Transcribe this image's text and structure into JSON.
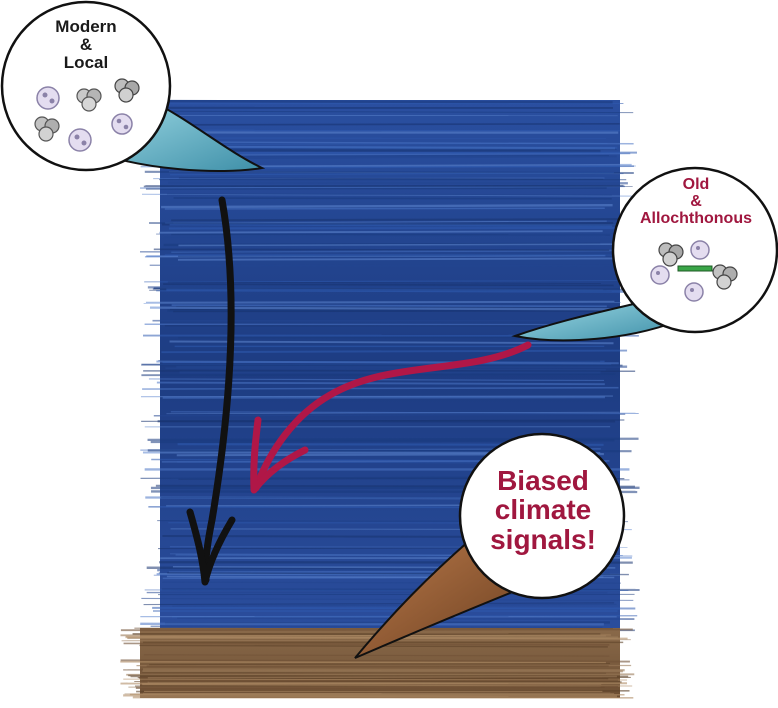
{
  "bubbles": {
    "modern": {
      "line1": "Modern",
      "line2": "&",
      "line3": "Local"
    },
    "old": {
      "line1": "Old",
      "line2": "&",
      "line3": "Allochthonous"
    },
    "biased": {
      "line1": "Biased",
      "line2": "climate",
      "line3": "signals!"
    }
  },
  "colors": {
    "water_dark": "#1d3c82",
    "water_light": "#3b66b8",
    "sediment": "#7b5a3c",
    "bubble_tail_blue": "#5fb2c7",
    "bubble_tail_brown": "#8e5a33",
    "label_red": "#a0173f",
    "arrow_black": "#111111",
    "arrow_red": "#b01747"
  },
  "icons": [
    "pollen-grain-icon",
    "spore-tetrad-icon",
    "down-arrow-icon",
    "curved-arrow-icon"
  ]
}
